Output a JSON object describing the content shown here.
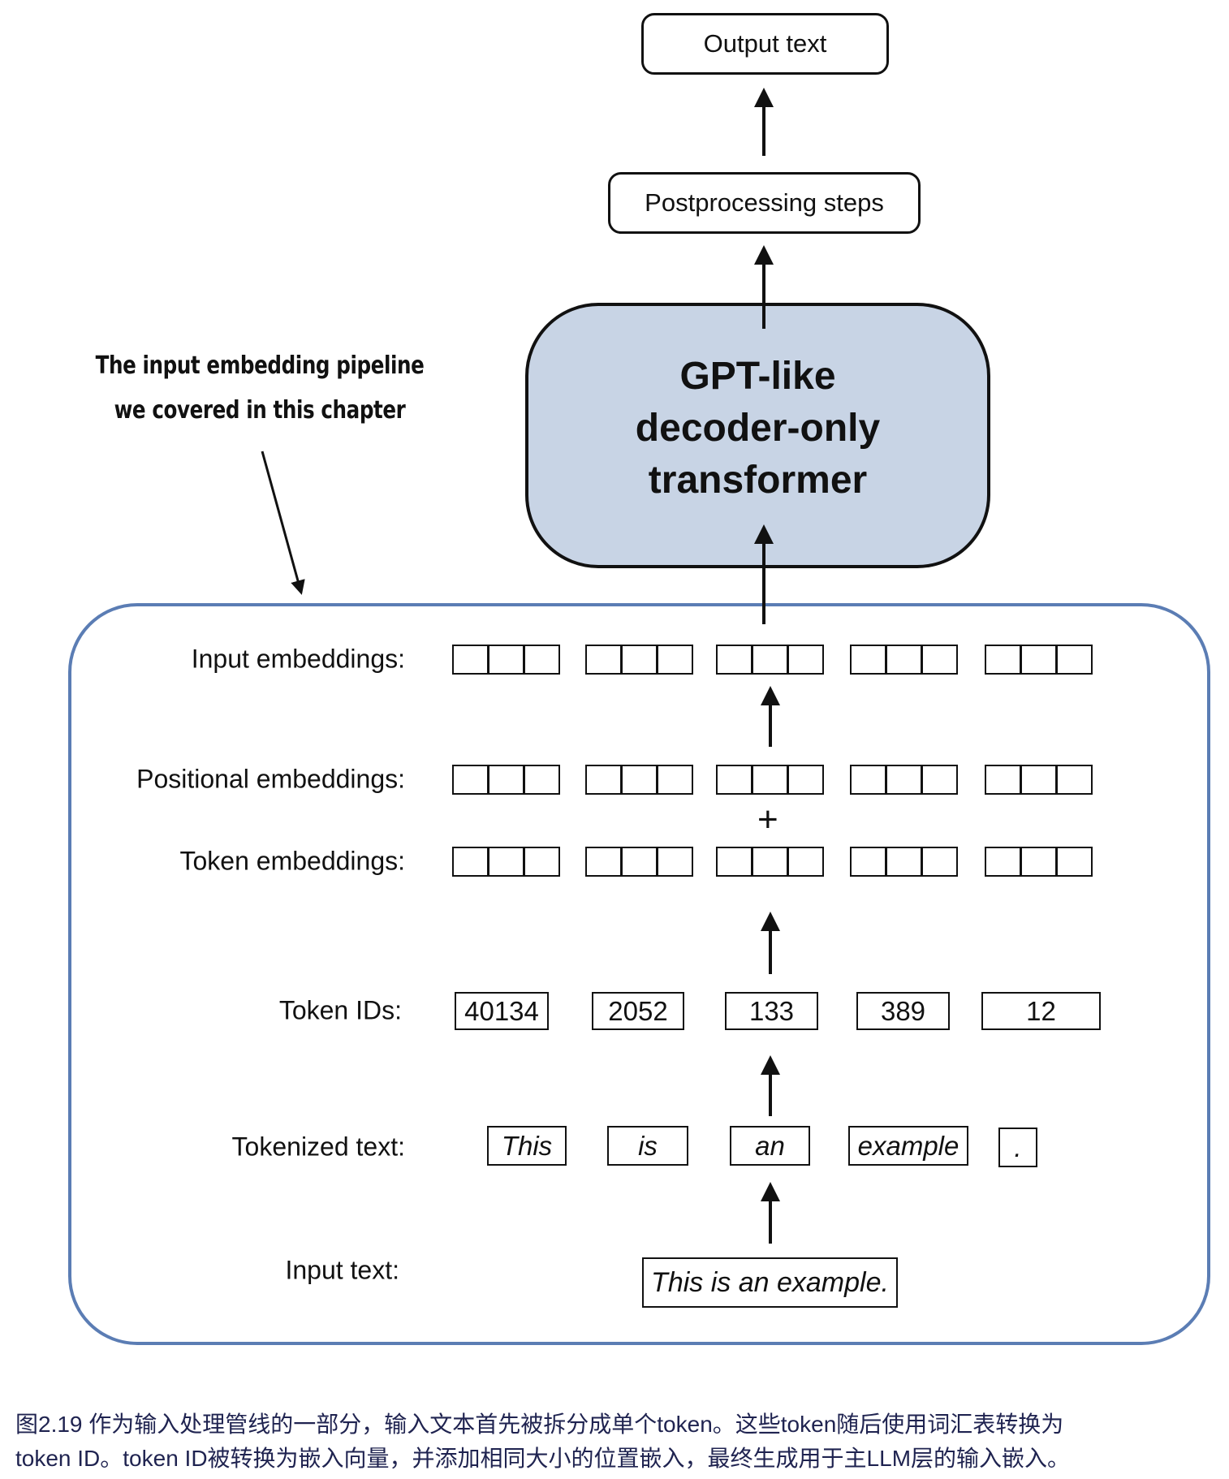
{
  "top": {
    "output_text": "Output text",
    "postprocessing": "Postprocessing steps",
    "model_lines": [
      "GPT-like",
      "decoder-only",
      "transformer"
    ]
  },
  "annotation": {
    "line1": "The input embedding pipeline",
    "line2": "we covered in this chapter"
  },
  "pipeline": {
    "labels": {
      "input_embeddings": "Input embeddings:",
      "positional_embeddings": "Positional embeddings:",
      "token_embeddings": "Token embeddings:",
      "token_ids": "Token IDs:",
      "tokenized_text": "Tokenized text:",
      "input_text": "Input text:"
    },
    "plus_sign": "+",
    "token_ids": [
      "40134",
      "2052",
      "133",
      "389",
      "12"
    ],
    "tokens": [
      "This",
      "is",
      "an",
      "example",
      "."
    ],
    "input_text": "This is an example.",
    "embedding_dim_cells": 3
  },
  "caption": {
    "line1": "图2.19 作为输入处理管线的一部分，输入文本首先被拆分成单个token。这些token随后使用词汇表转换为",
    "line2": "token ID。token ID被转换为嵌入向量，并添加相同大小的位置嵌入，最终生成用于主LLM层的输入嵌入。"
  },
  "colors": {
    "model_fill": "#c8d4e5",
    "pipeline_border": "#5b7db4",
    "caption_text": "#1f2350"
  }
}
